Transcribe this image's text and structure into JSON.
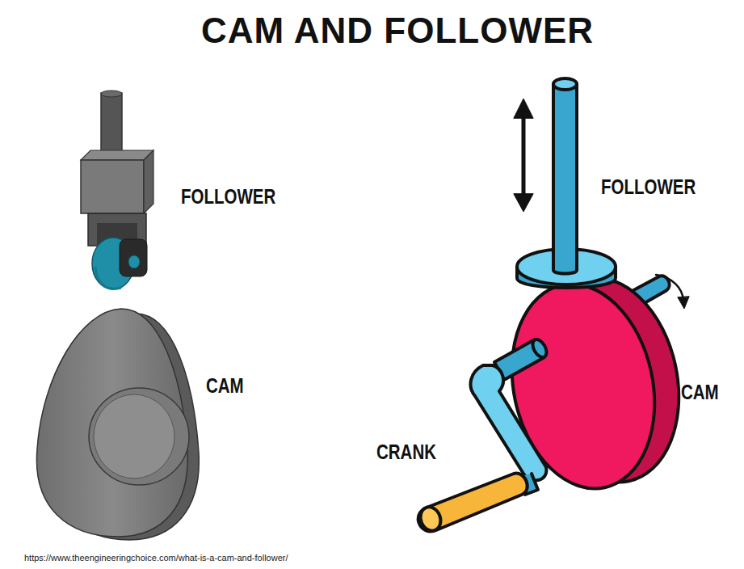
{
  "diagram": {
    "title": "CAM AND FOLLOWER",
    "caption": "https://www.theengineeringchoice.com/what-is-a-cam-and-follower/",
    "labels": [
      "FOLLOWER",
      "CAM",
      "FOLLOWER",
      "CAM",
      "CRANK"
    ]
  }
}
